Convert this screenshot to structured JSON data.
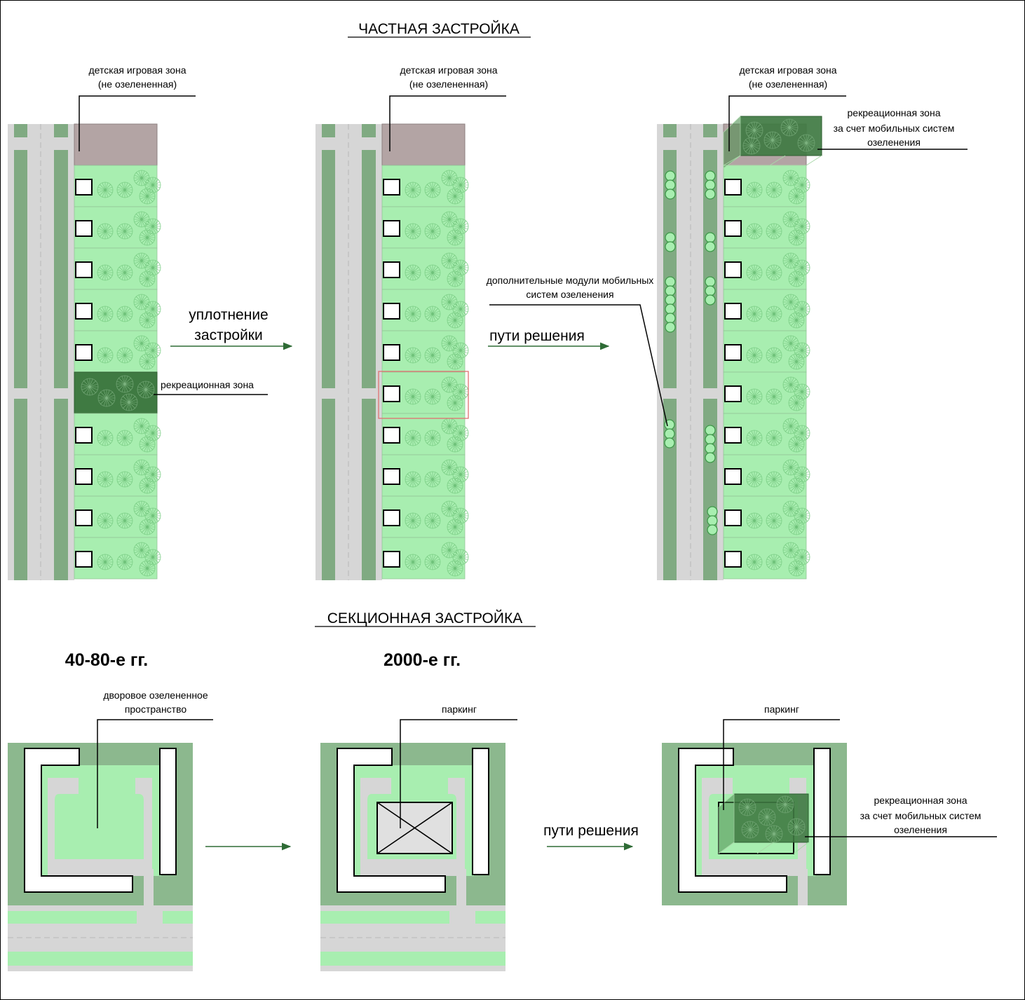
{
  "section_private": {
    "title": "ЧАСТНАЯ ЗАСТРОЙКА",
    "panel1": {
      "playground_line1": "детская игровая зона",
      "playground_line2": "(не озелененная)",
      "recreation_label": "рекреационная зона"
    },
    "arrow1_line1": "уплотнение",
    "arrow1_line2": "застройки",
    "panel2": {
      "playground_line1": "детская игровая зона",
      "playground_line2": "(не озелененная)"
    },
    "arrow2_label": "пути решения",
    "panel3": {
      "modules_line1": "дополнительные модули мобильных",
      "modules_line2": "систем озеленения",
      "playground_line1": "детская игровая зона",
      "playground_line2": "(не озелененная)",
      "recreation_line1": "рекреационная зона",
      "recreation_line2": "за счет мобильных систем",
      "recreation_line3": "озеленения"
    }
  },
  "section_sectional": {
    "title": "СЕКЦИОННАЯ ЗАСТРОЙКА",
    "era1": "40-80-е гг.",
    "era2": "2000-е гг.",
    "panel1": {
      "yard_line1": "дворовое озелененное",
      "yard_line2": "пространство"
    },
    "panel2": {
      "parking_label": "паркинг"
    },
    "arrow2_label": "пути решения",
    "panel3": {
      "parking_label": "паркинг",
      "recreation_line1": "рекреационная зона",
      "recreation_line2": "за счет мобильных систем",
      "recreation_line3": "озеленения"
    }
  },
  "colors": {
    "light_green": "#a8eeb0",
    "dark_green": "#8cb88e",
    "strip_green": "#80aa82",
    "road_gray": "#d6d6d6",
    "playground_taupe": "#b3a4a4",
    "recreation_dark": "#3f7a42",
    "arrow_green": "#2e6b35",
    "highlight_red": "#e07070"
  }
}
